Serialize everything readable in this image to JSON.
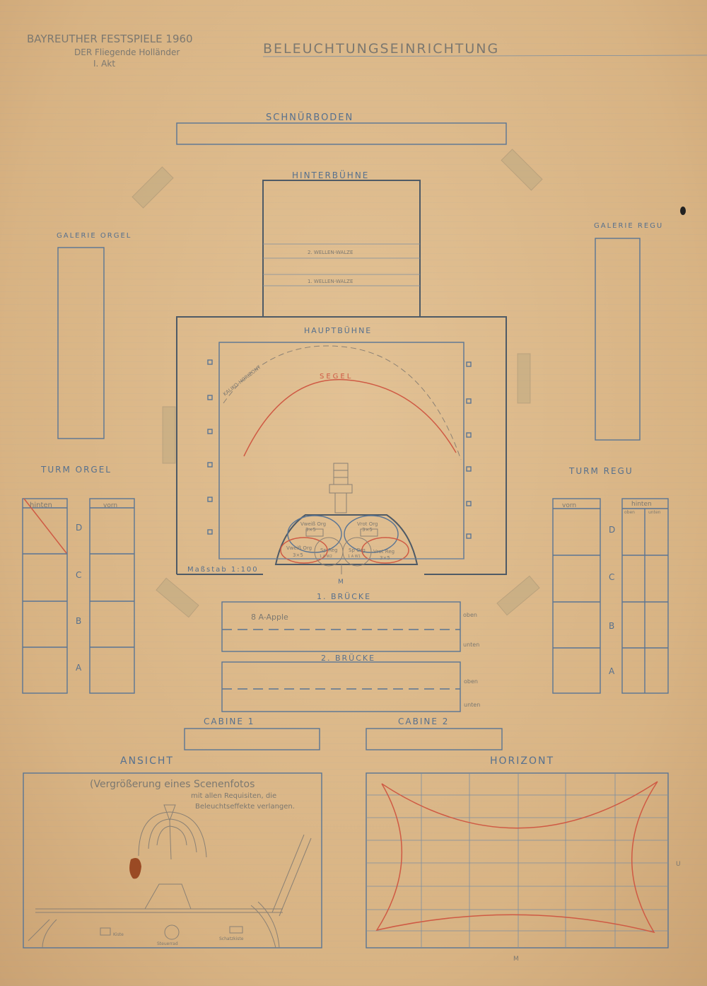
{
  "header": {
    "festival": "BAYREUTHER FESTSPIELE 1960",
    "opera": "DER Fliegende Holländer",
    "act": "I. Akt",
    "title": "BELEUCHTUNGSEINRICHTUNG"
  },
  "stage": {
    "schnurboden": "SCHNÜRBODEN",
    "hinterbuhne": "HINTERBÜHNE",
    "wave_roller_2": "2. WELLEN-WALZE",
    "wave_roller_1": "1. WELLEN-WALZE",
    "hauptbuhne": "HAUPTBÜHNE",
    "horizon": "KALIKO-HORIZONT",
    "sail": "SEGEL",
    "scale": "Maßstab 1:100",
    "center_mark": "M",
    "spots": [
      {
        "name": "Vweiß Org",
        "power": "3×5"
      },
      {
        "name": "Vrot Org",
        "power": "3×5"
      },
      {
        "name": "Vweiß Org",
        "power": "3×5"
      },
      {
        "name": "Sp Reg",
        "power": "1 A W2"
      },
      {
        "name": "Sp Org",
        "power": "1 A W1"
      },
      {
        "name": "Vrot Reg",
        "power": "3×5"
      }
    ]
  },
  "galleries": {
    "left": "GALERIE ORGEL",
    "right": "GALERIE REGU"
  },
  "towers": {
    "left": {
      "label": "TURM ORGEL",
      "back": "hinten",
      "front": "vorn"
    },
    "right": {
      "label": "TURM REGU",
      "front": "vorn",
      "back": "hinten",
      "sub_top": "oben",
      "sub_bottom": "unten"
    },
    "levels": [
      "D",
      "C",
      "B",
      "A"
    ]
  },
  "bridges": [
    {
      "label": "1. BRÜCKE",
      "note": "8 A-Apple",
      "top": "oben",
      "bottom": "unten"
    },
    {
      "label": "2. BRÜCKE",
      "top": "oben",
      "bottom": "unten"
    }
  ],
  "cabins": [
    "CABINE 1",
    "CABINE 2"
  ],
  "ansicht": {
    "label": "ANSICHT",
    "note_1": "(Vergrößerung eines Scenenfotos",
    "note_2": "mit allen Requisiten, die",
    "note_3": "Beleuchtseffekte verlangen.",
    "prop_1": "Kiste",
    "prop_2": "Steuerrad",
    "prop_3": "Schatzkiste"
  },
  "horizont": {
    "label": "HORIZONT",
    "side_mark": "U",
    "bottom_mark": "M"
  },
  "colors": {
    "paper": "#dcb889",
    "ink_blue": "#5a7594",
    "ink_red": "#cf5a44"
  }
}
